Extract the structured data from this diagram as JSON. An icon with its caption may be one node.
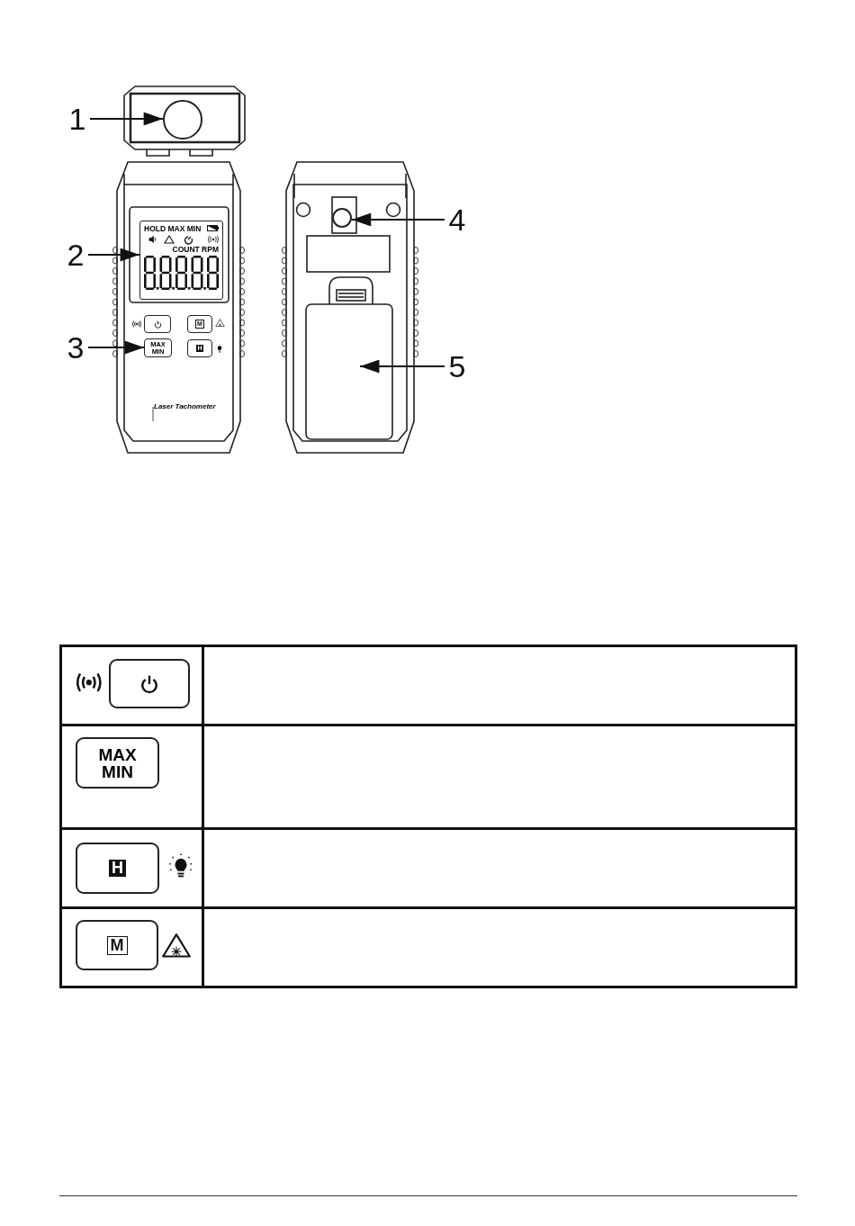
{
  "diagram": {
    "nodes": [
      {
        "text": [
          "1"
        ]
      },
      {
        "text": [],
        "shape": "circle"
      },
      {
        "text": [
          "2"
        ]
      },
      {
        "text": [
          "HOLD MAX MIN",
          "COUNT RPM"
        ]
      },
      {
        "text": [
          "3"
        ]
      },
      {
        "text": [
          "4"
        ]
      },
      {
        "text": [],
        "shape": "circle"
      },
      {
        "text": [
          "5"
        ]
      },
      {
        "text": [],
        "shape": "box"
      },
      {
        "text": [
          "M"
        ]
      },
      {
        "text": [
          "MAX MIN"
        ]
      },
      {
        "text": [
          "H"
        ]
      }
    ],
    "edges": [
      {
        "from": 0,
        "to": 1,
        "arrow": "to"
      },
      {
        "from": 2,
        "to": 3,
        "arrow": "to"
      },
      {
        "from": 4,
        "to": 10,
        "arrow": "to"
      },
      {
        "from": 5,
        "to": 6,
        "arrow": "to"
      },
      {
        "from": 7,
        "to": null,
        "arrow": "to"
      }
    ],
    "labels": [
      "Laser Tachometer",
      "MAX MIN",
      "H",
      "M"
    ]
  }
}
